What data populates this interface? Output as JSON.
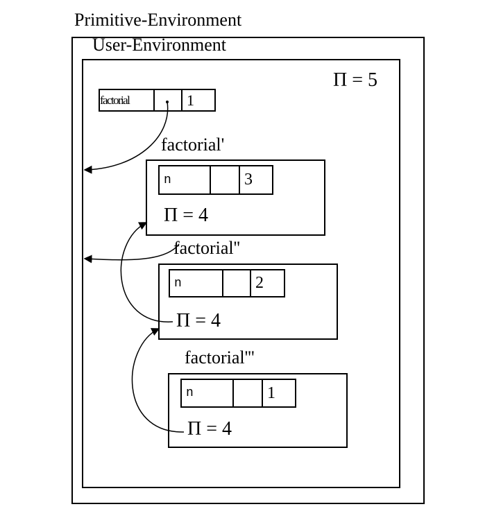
{
  "environments": {
    "primitive": {
      "title": "Primitive-Environment"
    },
    "user": {
      "title": "User-Environment",
      "pi": "Π = 5",
      "binding": {
        "name": "factorial",
        "value": "1"
      }
    }
  },
  "frames": [
    {
      "title": "factorial'",
      "binding": {
        "name": "n",
        "value": "3"
      },
      "pi": "Π = 4"
    },
    {
      "title": "factorial''",
      "binding": {
        "name": "n",
        "value": "2"
      },
      "pi": "Π = 4"
    },
    {
      "title": "factorial'''",
      "binding": {
        "name": "n",
        "value": "1"
      },
      "pi": "Π = 4"
    }
  ],
  "colors": {
    "ink": "#000000",
    "background": "#ffffff"
  }
}
